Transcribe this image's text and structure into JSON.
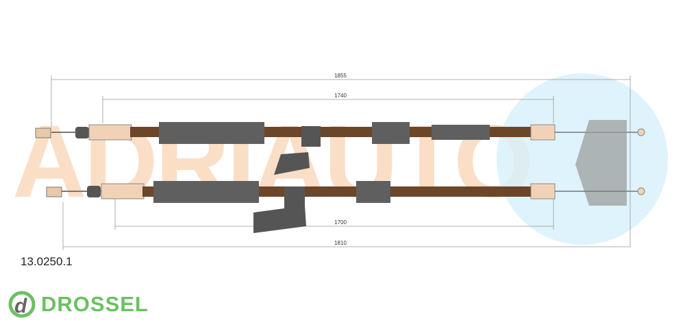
{
  "dimensions": {
    "overall_top": "1855",
    "inner_top": "1740",
    "inner_bottom": "1700",
    "overall_bottom": "1810"
  },
  "part_number": "13.0250.1",
  "brand": {
    "name": "DROSSEL",
    "icon": "d-logo-icon"
  },
  "watermark": "ADRIAUTO",
  "colors": {
    "cable": "#6b4628",
    "sleeve": "#5f5f5f",
    "fitting": "#f2d2b6",
    "brand": "#6cc063",
    "watermark": "#f9d3b3",
    "badge": "#d6f0fa"
  }
}
